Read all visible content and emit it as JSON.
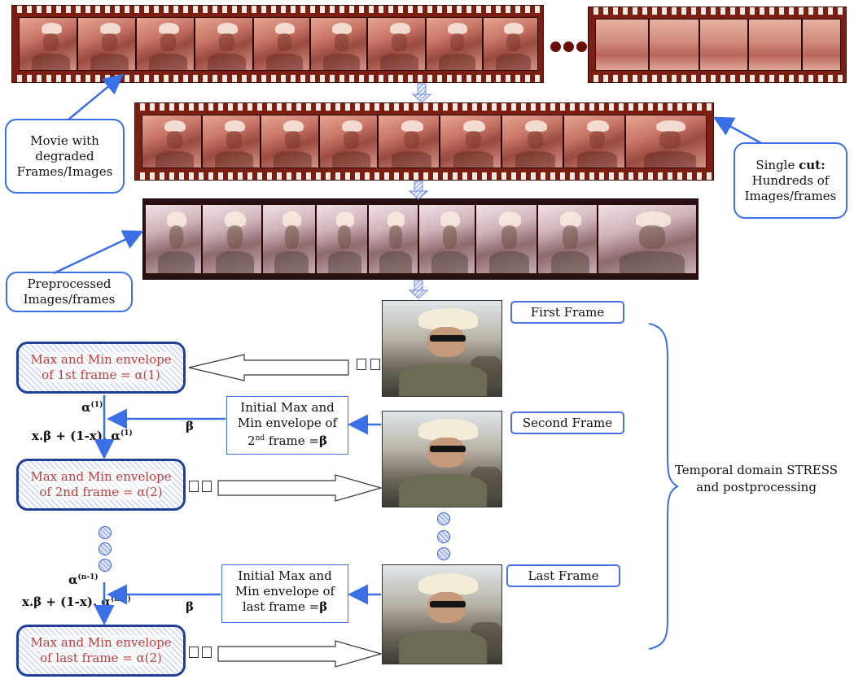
{
  "callouts": {
    "movie": [
      "Movie with",
      "degraded",
      "Frames/Images"
    ],
    "cut_prefix": "Single ",
    "cut_bold": "cut:",
    "cut_rest": [
      "Hundreds of",
      "Images/frames"
    ],
    "preprocessed": [
      "Preprocessed",
      "Images/frames"
    ]
  },
  "frame_labels": {
    "first": "First Frame",
    "second": "Second Frame",
    "last": "Last Frame"
  },
  "envelopes": {
    "first": [
      "Max and Min envelope",
      "of 1st frame = α(1)"
    ],
    "second": [
      "Max and Min envelope",
      "of 2nd frame = α(2)"
    ],
    "last": [
      "Max and Min envelope",
      "of last frame = α(2)"
    ]
  },
  "initial_boxes": {
    "second": [
      "Initial Max and",
      "Min envelope of",
      "2",
      "nd",
      " frame =",
      "β"
    ],
    "last": [
      "Initial Max and",
      "Min envelope of",
      "last frame =",
      "β"
    ]
  },
  "math": {
    "alpha1": "α",
    "alpha1_sup": "(1)",
    "beta": "β",
    "combo1_a": "x.β + (1-x). α",
    "combo1_sup": "(1)",
    "alphan": "α",
    "alphan_sup": "(n-1)",
    "combo2_a": "x.β + (1-x). α",
    "combo2_sup": "(n-1)"
  },
  "brace_label": [
    "Temporal domain STRESS",
    "and postprocessing"
  ],
  "colors": {
    "arrow_blue": "#3b6fe6",
    "envelope_text": "#b8403a",
    "film_red": "#7a1f12"
  }
}
